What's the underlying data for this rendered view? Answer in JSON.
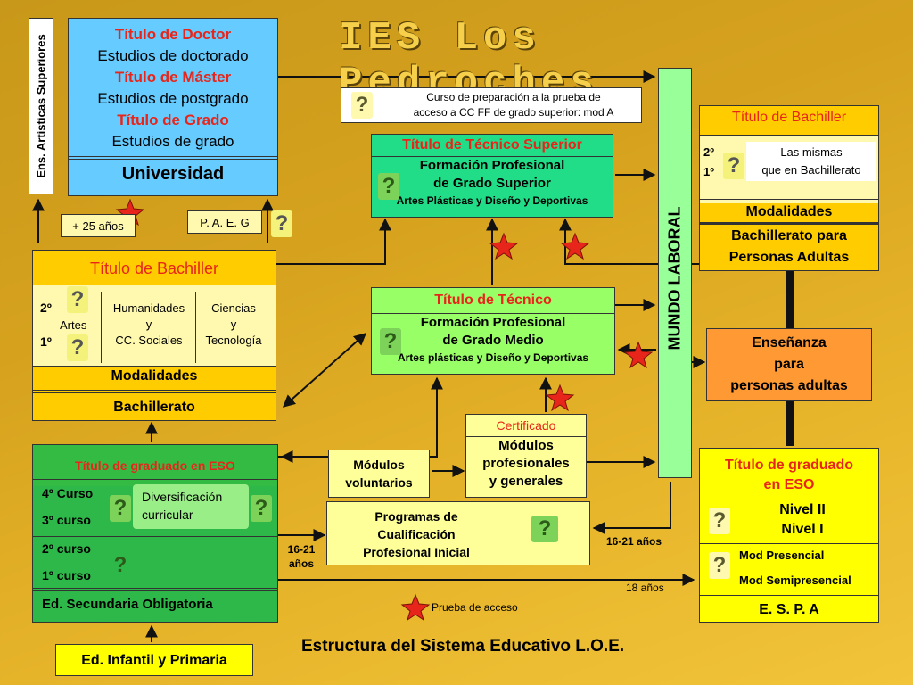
{
  "title": "IES Los Pedroches",
  "subtitle": "Estructura del Sistema Educativo L.O.E.",
  "legend": {
    "prueba": "Prueba de acceso"
  },
  "question_mark": "?",
  "ens_artisticas": "Ens. Artísticas Superiores",
  "mundo_laboral": "MUNDO LABORAL",
  "universidad": {
    "doctor_title": "Título de Doctor",
    "doctor_text": "Estudios de doctorado",
    "master_title": "Título de Máster",
    "master_text": "Estudios de postgrado",
    "grado_title": "Título de Grado",
    "grado_text": "Estudios de grado",
    "name": "Universidad"
  },
  "mas25": "+ 25 años",
  "paeg": "P. A. E. G",
  "curso_prep": {
    "line1": "Curso de preparación a la prueba de",
    "line2": "acceso a CC FF de grado superior: mod A"
  },
  "tecnico_superior": {
    "title": "Título de Técnico Superior",
    "line1": "Formación Profesional",
    "line2": "de Grado Superior",
    "line3": "Artes Plásticas y Diseño y Deportivas"
  },
  "tecnico": {
    "title": "Título de Técnico",
    "line1": "Formación Profesional",
    "line2": "de Grado Medio",
    "line3": "Artes plásticas y Diseño y Deportivas"
  },
  "bachiller": {
    "title": "Título de Bachiller",
    "c2": "2º",
    "c1": "1º",
    "artes": "Artes",
    "hum1": "Humanidades",
    "hum2": "y",
    "hum3": "CC. Sociales",
    "cie1": "Ciencias",
    "cie2": "y",
    "cie3": "Tecnología",
    "modalidades": "Modalidades",
    "name": "Bachillerato"
  },
  "bach_adultos": {
    "title": "Título de Bachiller",
    "c2": "2º",
    "c1": "1º",
    "text1": "Las mismas",
    "text2": "que en Bachillerato",
    "modalidades": "Modalidades",
    "name1": "Bachillerato para",
    "name2": "Personas Adultas"
  },
  "ens_adultos": {
    "line1": "Enseñanza",
    "line2": "para",
    "line3": "personas adultas"
  },
  "certificado": {
    "title": "Certificado",
    "line1": "Módulos",
    "line2": "profesionales",
    "line3": "y generales"
  },
  "modulos_vol": {
    "line1": "Módulos",
    "line2": "voluntarios"
  },
  "pcpi": {
    "line1": "Programas de",
    "line2": "Cualificación",
    "line3": "Profesional Inicial"
  },
  "eso": {
    "title": "Título de graduado en ESO",
    "c4": "4º Curso",
    "c3": "3º curso",
    "c2": "2º curso",
    "c1": "1º curso",
    "div1": "Diversificación",
    "div2": "curricular",
    "name": "Ed. Secundaria Obligatoria"
  },
  "edad_1621a": "16-21",
  "edad_1621b": "años",
  "edad_1621_right": "16-21 años",
  "edad_18": "18 años",
  "infantil": "Ed. Infantil y Primaria",
  "eso_adultos": {
    "title1": "Título de graduado",
    "title2": "en ESO",
    "nivel2": "Nivel II",
    "nivel1": "Nivel I",
    "presencial": "Mod Presencial",
    "semipresencial": "Mod Semipresencial",
    "name": "E. S. P. A"
  },
  "colors": {
    "red": "#e8251a",
    "blue": "#66ccff",
    "green": "#2eb84a",
    "teal": "#22dd88",
    "lime": "#99ff66",
    "orange": "#ff9933",
    "yellow": "#ffff00",
    "gold": "#ffcc00"
  }
}
